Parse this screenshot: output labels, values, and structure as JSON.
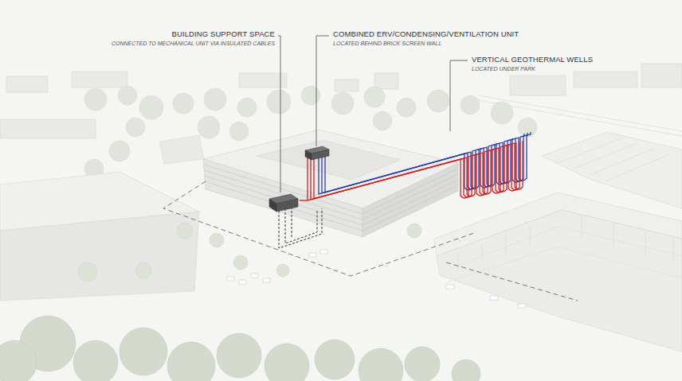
{
  "diagram": {
    "labels": [
      "BUILDING SUPPORT SPACE",
      "CONNECTED TO MECHANICAL UNIT VIA INSULATED CABLES",
      "COMBINED ERV/CONDENSING/VENTILATION UNIT",
      "LOCATED BEHIND BRICK SCREEN WALL",
      "VERTICAL GEOTHERMAL WELLS",
      "LOCATED UNDER PARK"
    ]
  }
}
